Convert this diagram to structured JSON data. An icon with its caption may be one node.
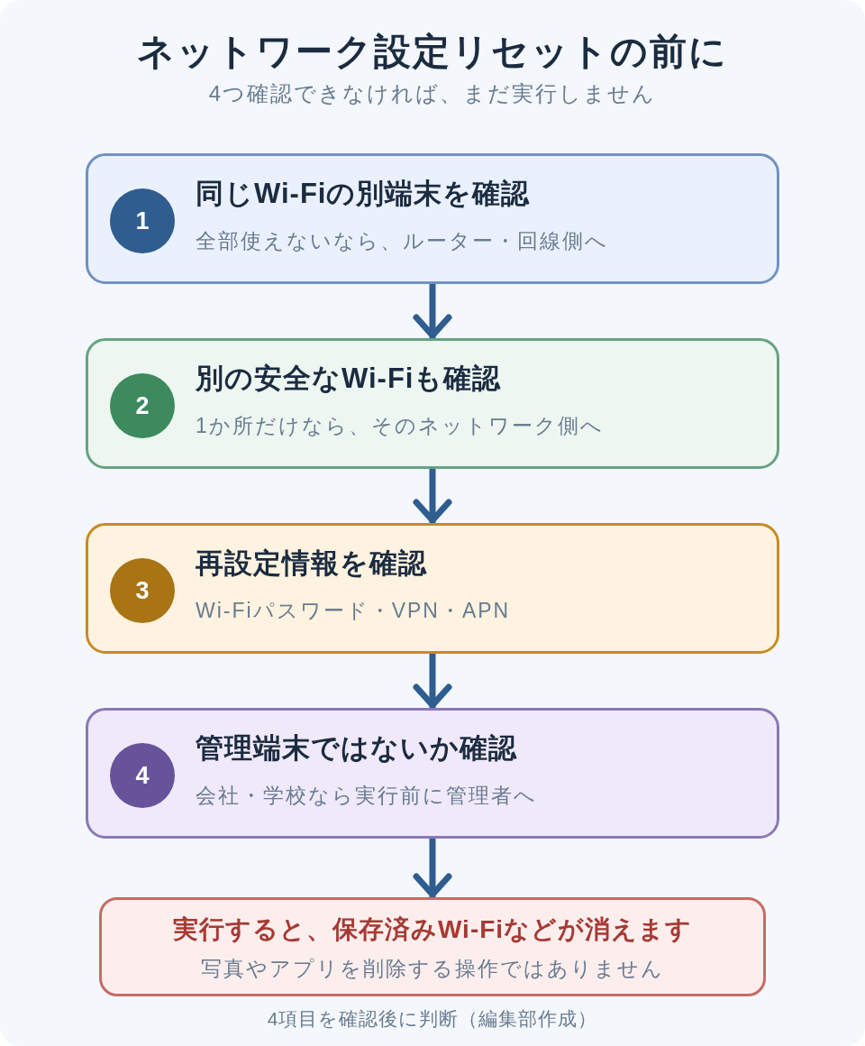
{
  "diagram": {
    "title": "ネットワーク設定リセットの前に",
    "caption": "4項目を確認後に判断（編集部作成）",
    "nodes": [
      {
        "text": [
          "同じWi-Fiの別端末を確認",
          "全部使えないなら、ルーター・回線側へ"
        ]
      },
      {
        "text": [
          "1"
        ],
        "in": 0
      },
      {
        "text": [
          "別の安全なWi-Fiも確認",
          "1か所だけなら、そのネットワーク側へ"
        ]
      },
      {
        "text": [
          "2"
        ],
        "in": 2
      },
      {
        "text": [
          "再設定情報を確認",
          "Wi-Fiパスワード・VPN・APN"
        ]
      },
      {
        "text": [
          "3"
        ],
        "in": 4
      },
      {
        "text": [
          "管理端末ではないか確認",
          "会社・学校なら実行前に管理者へ"
        ]
      },
      {
        "text": [
          "4"
        ],
        "in": 6
      },
      {
        "text": [
          "実行すると、保存済みWi-Fiなどが消えます",
          "写真やアプリを削除する操作ではありません"
        ]
      }
    ],
    "edges": [
      {
        "from": 0,
        "to": 2,
        "arrow": "to"
      },
      {
        "from": 2,
        "to": 4,
        "arrow": "to"
      },
      {
        "from": 4,
        "to": 6,
        "arrow": "to"
      },
      {
        "from": 6,
        "to": 8,
        "arrow": "to"
      }
    ],
    "labels": [
      "4つ確認できなければ、まだ実行しません"
    ]
  }
}
